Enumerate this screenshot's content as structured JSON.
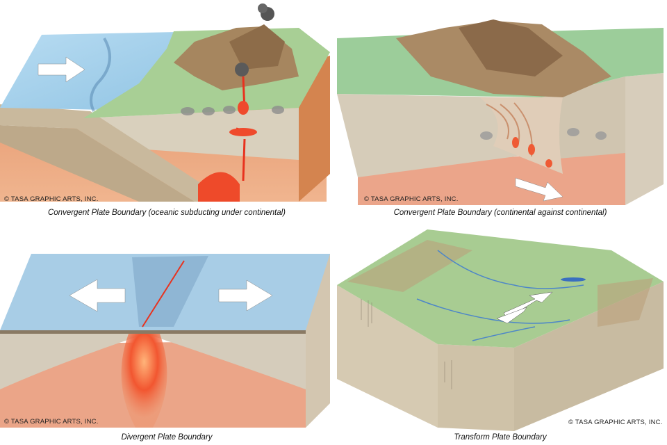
{
  "panels": [
    {
      "caption": "Convergent Plate Boundary (oceanic subducting under continental)",
      "copyright": "© TASA GRAPHIC ARTS, INC."
    },
    {
      "caption": "Convergent Plate Boundary (continental against continental)",
      "copyright": "© TASA GRAPHIC ARTS, INC."
    },
    {
      "caption": "Divergent Plate Boundary",
      "copyright": "© TASA GRAPHIC ARTS, INC."
    },
    {
      "caption": "Transform Plate Boundary",
      "copyright": "© TASA GRAPHIC ARTS, INC."
    }
  ],
  "colors": {
    "ocean": "#9cc9e6",
    "land_green": "#8cbf86",
    "mountain_brown": "#9b7f5e",
    "crust_tan": "#d8cfbe",
    "mantle_orange": "#e8a27a",
    "magma_red": "#e8321e"
  }
}
